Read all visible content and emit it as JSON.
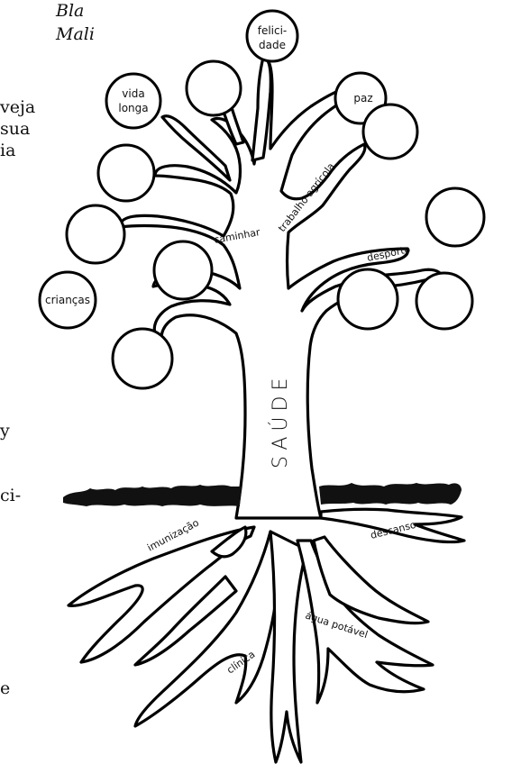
{
  "caption": {
    "line1": "Bla",
    "line2": "Mali"
  },
  "margin_text": {
    "top_right_1": "veja",
    "top_right_2": "sua",
    "top_right_3": "ia",
    "mid_1": "y",
    "mid_2": "ci-",
    "bottom": "e"
  },
  "tree": {
    "trunk_label": "SAÚDE",
    "leaves": {
      "felicidade_1": "felici-",
      "felicidade_2": "dade",
      "vida_longa_1": "vida",
      "vida_longa_2": "longa",
      "paz": "paz",
      "criancas": "crianças"
    },
    "branches": {
      "caminhar": "caminhar",
      "trabalho_agricola": "trabalho agrícola",
      "desporto": "desporto"
    },
    "roots": {
      "imunizacao": "imunização",
      "descanso": "descanso",
      "agua_potavel": "água potável",
      "clinica": "clínica"
    }
  }
}
